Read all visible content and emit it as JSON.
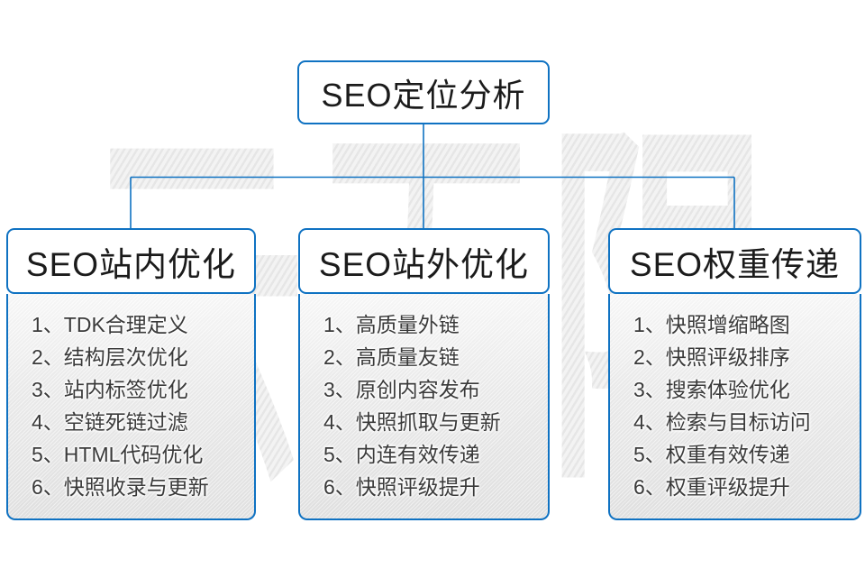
{
  "diagram": {
    "watermark": "云无限",
    "root": {
      "title": "SEO定位分析"
    },
    "columns": [
      {
        "title": "SEO站内优化",
        "items": [
          "1、TDK合理定义",
          "2、结构层次优化",
          "3、站内标签优化",
          "4、空链死链过滤",
          "5、HTML代码优化",
          "6、快照收录与更新"
        ]
      },
      {
        "title": "SEO站外优化",
        "items": [
          "1、高质量外链",
          "2、高质量友链",
          "3、原创内容发布",
          "4、快照抓取与更新",
          "5、内连有效传递",
          "6、快照评级提升"
        ]
      },
      {
        "title": "SEO权重传递",
        "items": [
          "1、快照增缩略图",
          "2、快照评级排序",
          "3、搜索体验优化",
          "4、检索与目标访问",
          "5、权重有效传递",
          "6、权重评级提升"
        ]
      }
    ],
    "colors": {
      "line": "#0f72c2",
      "header_text": "#1b1b1b",
      "item_text": "#3a3a3a",
      "watermark": "#e9e9e9"
    }
  }
}
